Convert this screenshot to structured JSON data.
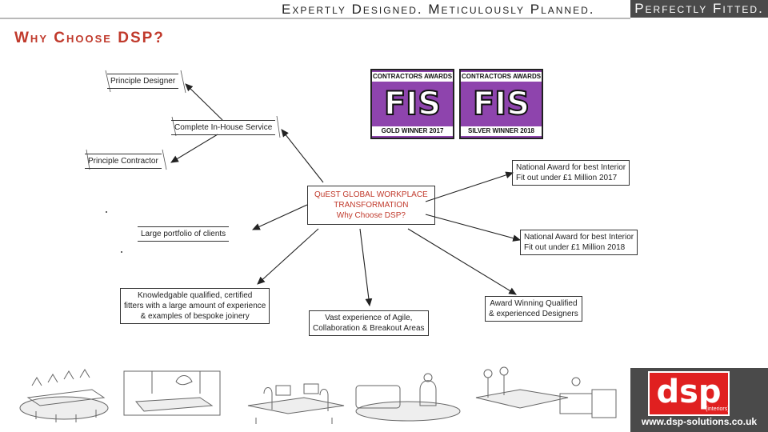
{
  "header": {
    "tagline": "Expertly Designed.  Meticulously Planned.",
    "fitted": "Perfectly Fitted."
  },
  "title": "Why Choose DSP?",
  "center": {
    "line1": "QuEST GLOBAL WORKPLACE",
    "line2": "TRANSFORMATION",
    "line3": "Why Choose DSP?"
  },
  "nodes": {
    "principle_designer": "Principle Designer",
    "in_house": "Complete In-House Service",
    "principle_contractor": "Principle Contractor",
    "portfolio": "Large portfolio of clients",
    "fitters": [
      "Knowledgable qualified, certified",
      "fitters with a large amount of experience",
      "& examples of bespoke joinery"
    ],
    "agile": [
      "Vast experience of Agile,",
      "Collaboration & Breakout Areas"
    ],
    "designers": [
      "Award Winning Qualified",
      "& experienced Designers"
    ],
    "award2017": [
      "National Award for best Interior",
      "Fit out under £1 Million 2017"
    ],
    "award2018": [
      "National Award for best Interior",
      "Fit out under £1 Million 2018"
    ]
  },
  "badges": [
    {
      "header": "CONTRACTORS AWARDS",
      "logo": "FIS",
      "footer": "GOLD WINNER 2017"
    },
    {
      "header": "CONTRACTORS AWARDS",
      "logo": "FIS",
      "footer": "SILVER WINNER 2018"
    }
  ],
  "brand": {
    "logo": "dsp",
    "sub": "(interiors)",
    "url": "www.dsp-solutions.co.uk"
  },
  "colors": {
    "accent": "#c0392b",
    "badge": "#8e44ad",
    "bar": "#4a4a4a",
    "brand_red": "#e02020"
  }
}
